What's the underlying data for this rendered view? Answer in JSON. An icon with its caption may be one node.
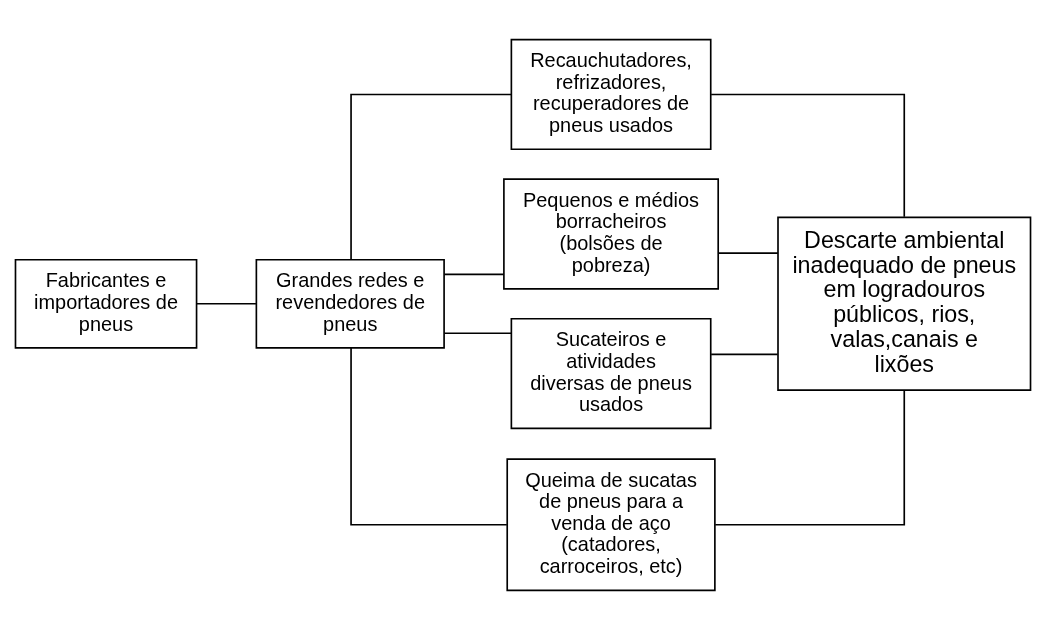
{
  "diagram": {
    "nodes": [
      {
        "text": [
          "Fabricantes e importadores de pneus"
        ]
      },
      {
        "text": [
          "Grandes redes e revendedores de pneus"
        ]
      },
      {
        "text": [
          "Recauchutadores, refrizadores, recuperadores de pneus usados"
        ]
      },
      {
        "text": [
          "Pequenos e médios borracheiros (bolsões de pobreza)"
        ]
      },
      {
        "text": [
          "Sucateiros e atividades diversas de pneus usados"
        ]
      },
      {
        "text": [
          "Queima de sucatas de pneus para a venda de aço (catadores, carroceiros, etc)"
        ]
      },
      {
        "text": [
          "Descarte ambiental inadequado de pneus em logradouros públicos, rios, valas,canais e lixões"
        ]
      }
    ],
    "edges": [
      {
        "from": 0,
        "to": 1,
        "arrow": "none"
      },
      {
        "from": 1,
        "to": 2,
        "arrow": "none"
      },
      {
        "from": 1,
        "to": 3,
        "arrow": "none"
      },
      {
        "from": 1,
        "to": 4,
        "arrow": "none"
      },
      {
        "from": 1,
        "to": 5,
        "arrow": "none"
      },
      {
        "from": 2,
        "to": 6,
        "arrow": "none"
      },
      {
        "from": 3,
        "to": 6,
        "arrow": "none"
      },
      {
        "from": 4,
        "to": 6,
        "arrow": "none"
      },
      {
        "from": 5,
        "to": 6,
        "arrow": "none"
      }
    ]
  }
}
